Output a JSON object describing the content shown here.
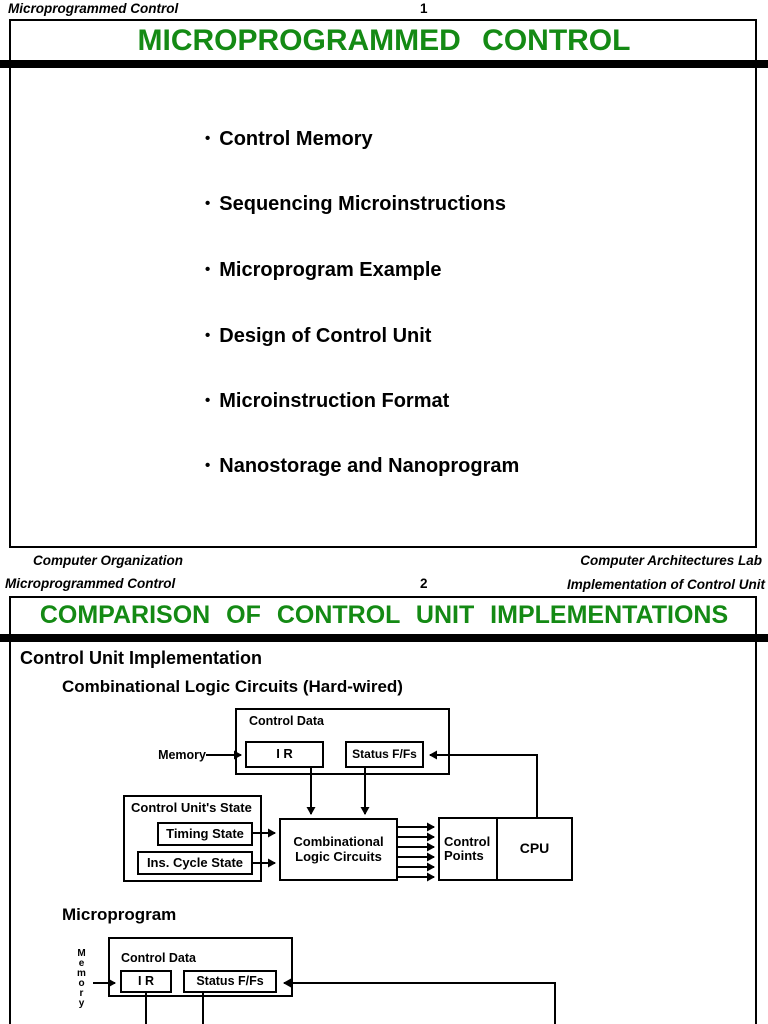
{
  "glyphs": {
    "bullet": "•"
  },
  "colors": {
    "title_green": "#148a14",
    "ink": "#000000"
  },
  "page1": {
    "header": {
      "left": "Microprogrammed Control",
      "page_number": "1"
    },
    "title": "MICROPROGRAMMED CONTROL",
    "bullets": [
      "Control Memory",
      "Sequencing Microinstructions",
      "Microprogram Example",
      "Design of Control Unit",
      "Microinstruction Format",
      "Nanostorage and Nanoprogram"
    ],
    "footer": {
      "left": "Computer Organization",
      "right": "Computer Architectures Lab"
    }
  },
  "page2": {
    "header": {
      "left": "Microprogrammed Control",
      "page_number": "2",
      "right": "Implementation of Control Unit"
    },
    "title": "COMPARISON OF CONTROL UNIT IMPLEMENTATIONS",
    "section_heading": "Control Unit Implementation",
    "hardwired": {
      "heading": "Combinational Logic Circuits (Hard-wired)",
      "memory_label": "Memory",
      "control_data_label": "Control Data",
      "ir_label": "I R",
      "status_label": "Status F/Fs",
      "cus_label": "Control Unit's State",
      "timing_label": "Timing State",
      "ins_cycle_label": "Ins. Cycle State",
      "clc_line1": "Combinational",
      "clc_line2": "Logic Circuits",
      "cp_line1": "Control",
      "cp_line2": "Points",
      "cpu_label": "CPU"
    },
    "microprogram": {
      "heading": "Microprogram",
      "memory_label": "Memory",
      "control_data_label": "Control Data",
      "ir_label": "I R",
      "status_label": "Status F/Fs"
    }
  }
}
